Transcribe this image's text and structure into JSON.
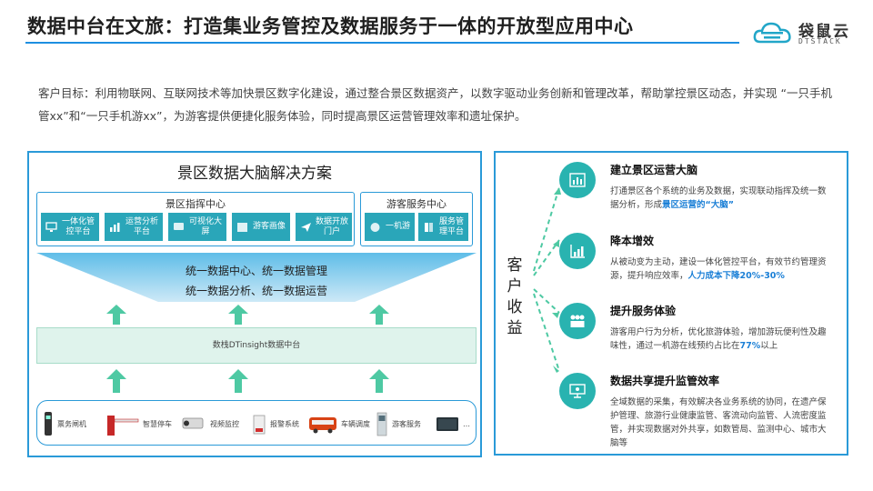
{
  "page": {
    "title": "数据中台在文旅：打造集业务管控及数据服务于一体的开放型应用中心",
    "logo_cn": "袋鼠云",
    "logo_en": "DTSTACK",
    "intro": "客户目标：利用物联网、互联网技术等加快景区数字化建设，通过整合景区数据资产，以数字驱动业务创新和管理改革，帮助掌控景区动态，并实现 “一只手机管xx”和“一只手机游xx”，为游客提供便捷化服务体验，同时提高景区运营管理效率和遗址保护。"
  },
  "solution": {
    "title": "景区数据大脑解决方案",
    "command_center": {
      "title": "景区指挥中心",
      "modules": [
        {
          "label": "一体化管控平台",
          "icon": "monitor-icon"
        },
        {
          "label": "运营分析平台",
          "icon": "chart-icon"
        },
        {
          "label": "可视化大屏",
          "icon": "screen-icon"
        },
        {
          "label": "游客画像",
          "icon": "portrait-icon"
        },
        {
          "label": "数据开放门户",
          "icon": "send-icon"
        }
      ]
    },
    "visitor_center": {
      "title": "游客服务中心",
      "modules": [
        {
          "label": "一机游",
          "icon": "phone-icon"
        },
        {
          "label": "服务管理平台",
          "icon": "server-icon"
        }
      ]
    },
    "funnel_lines": [
      "统一数据中心、统一数据管理",
      "统一数据分析、统一数据运营"
    ],
    "platform": "数栈DTinsight数据中台",
    "devices": [
      {
        "label": "票务闸机",
        "icon": "gate-icon"
      },
      {
        "label": "智慧停车",
        "icon": "parking-barrier-icon"
      },
      {
        "label": "视频监控",
        "icon": "camera-icon"
      },
      {
        "label": "报警系统",
        "icon": "alarm-icon"
      },
      {
        "label": "车辆调度",
        "icon": "bus-icon"
      },
      {
        "label": "游客服务",
        "icon": "kiosk-icon"
      },
      {
        "label": "…",
        "icon": "tablet-icon"
      }
    ]
  },
  "benefits": {
    "label": "客户收益",
    "items": [
      {
        "title": "建立景区运营大脑",
        "icon": "bar-chart-icon",
        "text": "打通景区各个系统的业务及数据，实现联动指挥及统一数据分析，形成",
        "highlight": "景区运营的“大脑”",
        "text_after": ""
      },
      {
        "title": "降本增效",
        "icon": "growth-chart-icon",
        "text": "从被动变为主动，建设一体化管控平台，有效节约管理资源，提升响应效率，",
        "highlight": "人力成本下降20%-30%",
        "text_after": ""
      },
      {
        "title": "提升服务体验",
        "icon": "people-icon",
        "text": "游客用户行为分析，优化旅游体验，增加游玩便利性及趣味性，通过一机游在线预约占比在",
        "highlight": "77%",
        "text_after": "以上"
      },
      {
        "title": "数据共享提升监管效率",
        "icon": "presentation-icon",
        "text": "全域数据的采集，有效解决各业务系统的协同，在遗产保护管理、旅游行业健康监管、客流动向监管、人流密度监管，并实现数据对外共享，如数管局、监测中心、城市大脑等",
        "highlight": "",
        "text_after": ""
      }
    ]
  },
  "colors": {
    "accent": "#2a9ad8",
    "teal": "#2aa6b9",
    "green_arrow": "#4ec9a3",
    "highlight": "#1a7fd6"
  }
}
